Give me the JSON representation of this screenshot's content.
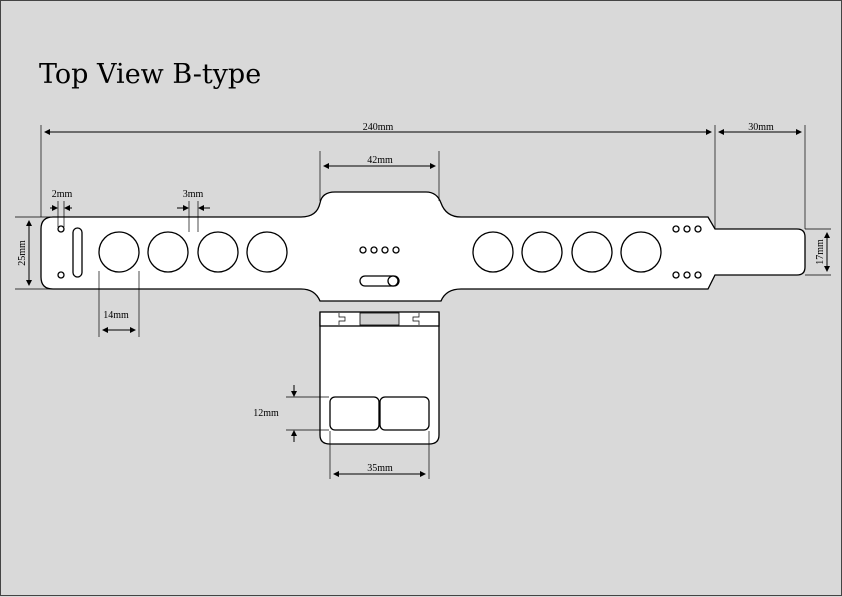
{
  "title": "Top View B-type",
  "dimensions": {
    "overall_length": "240mm",
    "end_length": "30mm",
    "center_width": "42mm",
    "slot_gap": "2mm",
    "hole_gap": "3mm",
    "strap_height": "25mm",
    "end_height": "17mm",
    "hole_diameter": "14mm",
    "pad_height": "12mm",
    "pad_width": "35mm"
  },
  "colors": {
    "background": "#d9d9d9",
    "part": "#ffffff",
    "line": "#000000"
  }
}
